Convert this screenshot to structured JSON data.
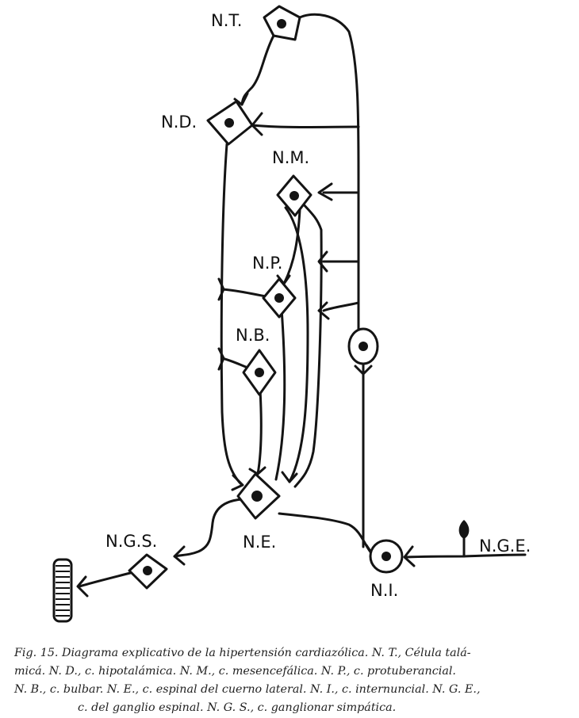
{
  "labels": {
    "nt": "N.T.",
    "nd": "N.D.",
    "nm": "N.M.",
    "np": "N.P.",
    "nb": "N.B.",
    "ne": "N.E.",
    "ngs": "N.G.S.",
    "ni": "N.I.",
    "nge": "N.G.E."
  },
  "caption": {
    "line1": "Fig. 15. Diagrama explicativo de la hipertensión cardiazólica. N. T., Célula talá-",
    "line2": "micá. N. D., c. hipotalámica. N. M., c. mesencefálica. N. P., c. protuberancial.",
    "line3": "N. B., c. bulbar. N. E., c. espinal del cuerno lateral. N. I., c. internuncial. N. G. E.,",
    "line4": "c. del ganglio espinal. N. G. S., c. ganglionar simpática."
  }
}
